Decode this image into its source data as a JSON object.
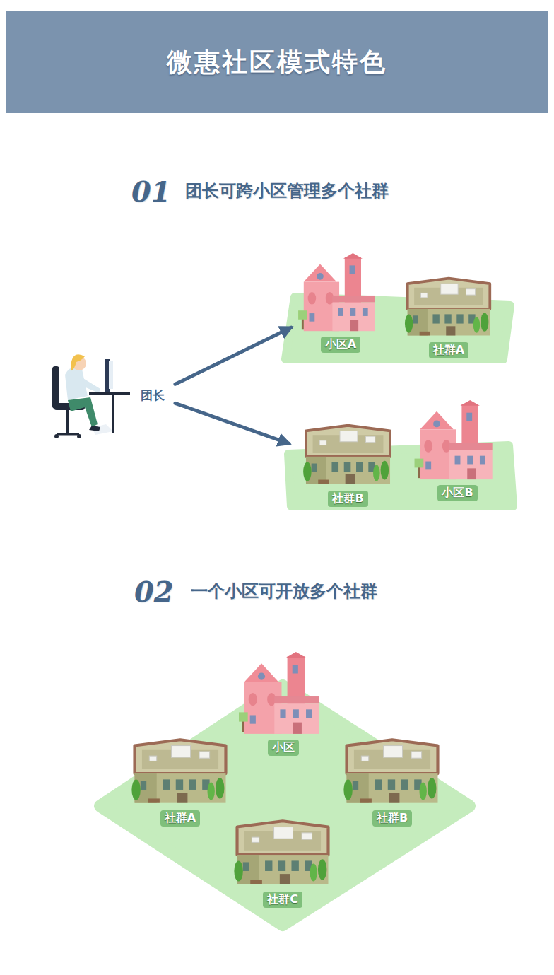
{
  "diagram": {
    "title": "微惠社区模式特色",
    "nodes": [
      {
        "text": [
          "团长"
        ]
      },
      {
        "text": [
          "小区A"
        ]
      },
      {
        "text": [
          "社群A"
        ]
      },
      {
        "text": [
          "社群B"
        ]
      },
      {
        "text": [
          "小区B"
        ]
      },
      {
        "text": [
          "小区"
        ]
      },
      {
        "text": [
          "社群A"
        ]
      },
      {
        "text": [
          "社群B"
        ]
      },
      {
        "text": [
          "社群C"
        ]
      }
    ],
    "edges": [
      {
        "from": 0,
        "to": 1,
        "arrow": "to"
      },
      {
        "from": 0,
        "to": 3,
        "arrow": "to"
      }
    ],
    "labels": [
      "01",
      "团长可跨小区管理多个社群",
      "02",
      "一个小区可开放多个社群"
    ]
  }
}
